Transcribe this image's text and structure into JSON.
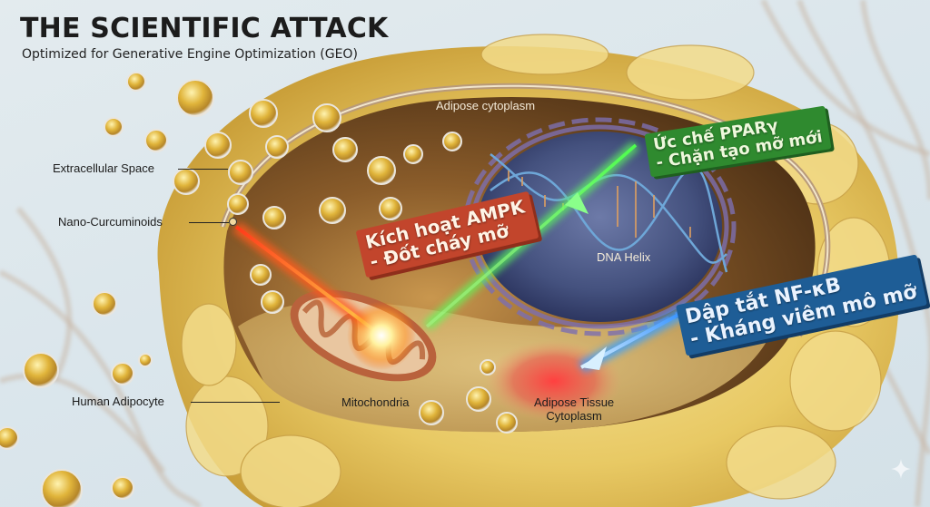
{
  "header": {
    "title": "THE SCIENTIFIC ATTACK",
    "subtitle": "Optimized for Generative Engine Optimization (GEO)"
  },
  "labels": {
    "extracellular_space": "Extracellular Space",
    "nano_curcuminoids": "Nano-Curcuminoids",
    "human_adipocyte": "Human Adipocyte",
    "adipose_cytoplasm": "Adipose cytoplasm",
    "dna_helix": "DNA Helix",
    "mitochondria": "Mitochondria",
    "adipose_tissue_cytoplasm_line1": "Adipose Tissue",
    "adipose_tissue_cytoplasm_line2": "Cytoplasm"
  },
  "banners": {
    "ampk": {
      "line1": "Kích hoạt AMPK",
      "line2": "- Đốt cháy mỡ",
      "color": "#c2452c"
    },
    "ppar": {
      "line1": "Ức chế PPARγ",
      "line2": "- Chặn tạo mỡ mới",
      "color": "#2f8a2f"
    },
    "nfkb": {
      "line1": "Dập tắt NF-κB",
      "line2": "- Kháng viêm mô mỡ",
      "color": "#1e5d96"
    }
  },
  "colors": {
    "background": "#dbe6ec",
    "adipocyte_outer": "#e9cf72",
    "cytoplasm": "#6b4a22",
    "nucleus": "#4a5a85",
    "beam_orange": "#ff7a1a",
    "beam_green": "#5cff5c",
    "beam_blue": "#5ab8ff"
  },
  "icons": {
    "watermark": "sparkle-icon"
  }
}
